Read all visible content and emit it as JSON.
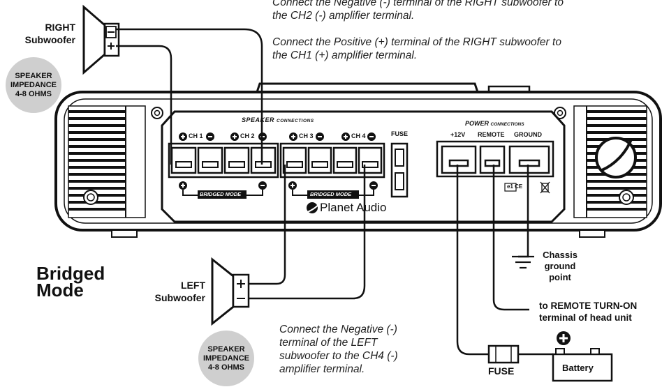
{
  "instructions": {
    "top_neg": "Connect the Negative (-) terminal of the RIGHT subwoofer to",
    "top_neg2": "the CH2 (-) amplifier terminal.",
    "top_pos": "Connect the Positive (+)  terminal of the RIGHT subwoofer to",
    "top_pos2": "the CH1 (+) amplifier terminal.",
    "bot_1": "Connect the Negative (-)",
    "bot_2": "terminal of the LEFT",
    "bot_3": "subwoofer to the CH4 (-)",
    "bot_4": "amplifier terminal."
  },
  "right_sub": {
    "line1": "RIGHT",
    "line2": "Subwoofer"
  },
  "left_sub": {
    "line1": "LEFT",
    "line2": "Subwoofer"
  },
  "impedance": {
    "line1": "SPEAKER",
    "line2": "IMPEDANCE",
    "line3": "4-8 OHMS"
  },
  "mode_title": {
    "line1": "Bridged",
    "line2": "Mode"
  },
  "panel": {
    "speaker_connections": "SPEAKER",
    "speaker_connections_sub": "CONNECTIONS",
    "ch1": "CH 1",
    "ch2": "CH 2",
    "ch3": "CH 3",
    "ch4": "CH 4",
    "bridged_mode": "BRIDGED MODE",
    "fuse": "FUSE",
    "power_connections": "POWER",
    "power_connections_sub": "CONNECTIONS",
    "v12": "+12V",
    "remote": "REMOTE",
    "ground": "GROUND",
    "brand": "Planet Audio",
    "cert": "e1  CE"
  },
  "chassis": {
    "line1": "Chassis",
    "line2": "ground",
    "line3": "point"
  },
  "remote_turnon": {
    "line1": "to REMOTE TURN-ON",
    "line2": "terminal of head unit"
  },
  "fuse_label": "FUSE",
  "battery_label": "Battery",
  "plus": "+",
  "minus": "-"
}
